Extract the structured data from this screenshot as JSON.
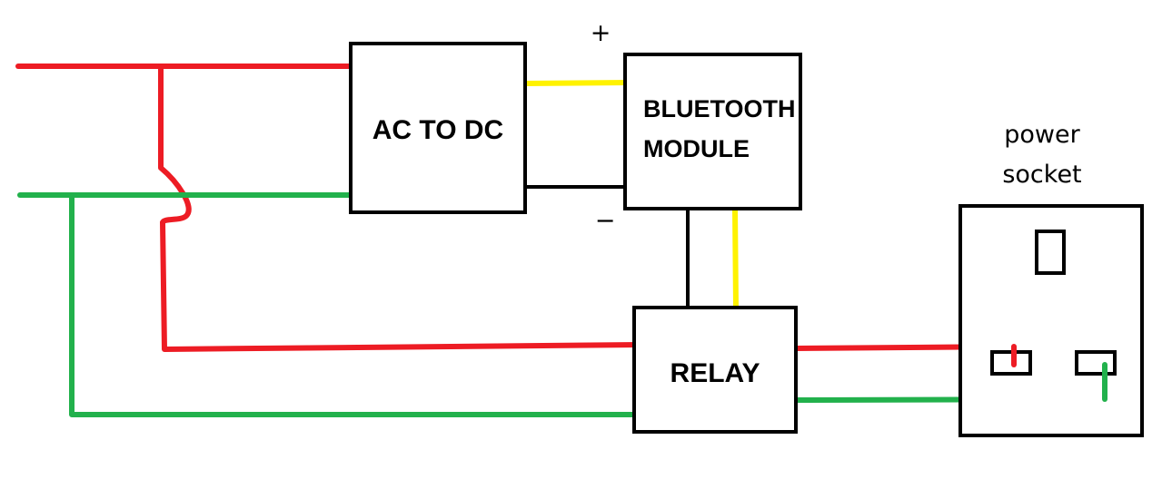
{
  "colors": {
    "live_wire": "#ed1c24",
    "neutral_wire": "#22b14c",
    "dc_positive_wire": "#fff200",
    "outline": "#000000",
    "background": "#ffffff"
  },
  "blocks": {
    "ac_to_dc": {
      "label": "AC TO DC"
    },
    "bluetooth_module": {
      "label_line1": "BLUETOOTH",
      "label_line2": "MODULE"
    },
    "relay": {
      "label": "RELAY"
    },
    "power_socket": {
      "caption_line1": "power",
      "caption_line2": "socket"
    }
  },
  "polarity": {
    "positive": "+",
    "negative": "−"
  }
}
